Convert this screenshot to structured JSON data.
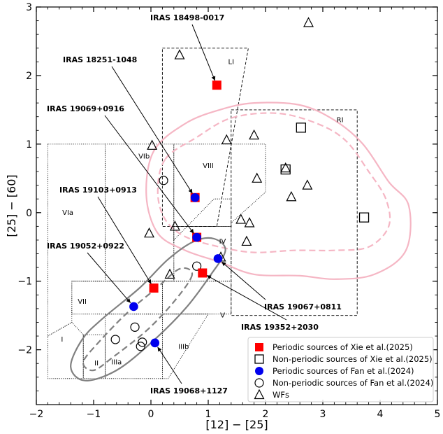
{
  "chart_data": {
    "type": "scatter",
    "xlabel": "[12] − [25]",
    "ylabel": "[25] − [60]",
    "xlim": [
      -2,
      5
    ],
    "ylim": [
      -2.8,
      3
    ],
    "x_ticks": [
      -2,
      -1,
      0,
      1,
      2,
      3,
      4,
      5
    ],
    "y_ticks": [
      -2,
      -1,
      0,
      1,
      2,
      3
    ],
    "x_tick_labels": [
      "−2",
      "−1",
      "0",
      "1",
      "2",
      "3",
      "4",
      "5"
    ],
    "y_tick_labels": [
      "−2",
      "−1",
      "0",
      "1",
      "2",
      "3"
    ],
    "grid": false,
    "legend_position": "bottom-right",
    "colors": {
      "red": "#ff0000",
      "blue": "#0000ee",
      "pink": "#f5b6c4",
      "gray": "#808080",
      "black": "#000000"
    },
    "series": [
      {
        "name": "Periodic sources of Xie et al.(2025)",
        "marker": "filled-square",
        "color": "#ff0000",
        "x": [
          1.15,
          0.77,
          0.8,
          0.9,
          0.05
        ],
        "y": [
          1.86,
          0.22,
          -0.36,
          -0.88,
          -1.1
        ]
      },
      {
        "name": "Non-periodic sources of Xie et al.(2025)",
        "marker": "open-square",
        "color": "#000000",
        "x": [
          2.62,
          2.35,
          3.72
        ],
        "y": [
          1.24,
          0.63,
          -0.07
        ]
      },
      {
        "name": "Periodic sources of Fan et al.(2024)",
        "marker": "filled-circle",
        "color": "#0000ee",
        "x": [
          0.77,
          0.8,
          1.17,
          -0.3,
          0.07
        ],
        "y": [
          0.22,
          -0.36,
          -0.67,
          -1.37,
          -1.9
        ]
      },
      {
        "name": "Non-periodic sources of Fan et al.(2024)",
        "marker": "open-circle",
        "color": "#000000",
        "x": [
          0.22,
          0.8,
          -0.28,
          -0.62,
          -0.15,
          -0.18
        ],
        "y": [
          0.47,
          -0.78,
          -1.67,
          -1.85,
          -1.89,
          -1.95
        ]
      },
      {
        "name": "WFs",
        "marker": "open-triangle",
        "color": "#000000",
        "x": [
          2.75,
          0.5,
          0.02,
          1.32,
          1.8,
          1.85,
          2.35,
          2.73,
          2.45,
          1.57,
          1.72,
          1.67,
          0.42,
          -0.03,
          0.33,
          1.22
        ],
        "y": [
          2.77,
          2.3,
          0.98,
          1.06,
          1.13,
          0.5,
          0.65,
          0.4,
          0.23,
          -0.1,
          -0.15,
          -0.42,
          -0.2,
          -0.3,
          -0.9,
          -0.65
        ]
      }
    ],
    "regions": [
      {
        "label": "LI",
        "x": 1.4,
        "y": 2.2
      },
      {
        "label": "RI",
        "x": 3.3,
        "y": 1.35
      },
      {
        "label": "VIb",
        "x": -0.12,
        "y": 0.82
      },
      {
        "label": "VIII",
        "x": 1.0,
        "y": 0.68
      },
      {
        "label": "VIa",
        "x": -1.45,
        "y": 0.0
      },
      {
        "label": "IV",
        "x": 1.25,
        "y": -0.42
      },
      {
        "label": "VII",
        "x": -1.2,
        "y": -1.3
      },
      {
        "label": "V",
        "x": 1.25,
        "y": -1.5
      },
      {
        "label": "I",
        "x": -1.55,
        "y": -1.85
      },
      {
        "label": "II",
        "x": -0.95,
        "y": -2.2
      },
      {
        "label": "IIIa",
        "x": -0.6,
        "y": -2.18
      },
      {
        "label": "IIIb",
        "x": 0.57,
        "y": -1.96
      }
    ],
    "annotations": [
      {
        "text": "IRAS 18498-0017",
        "point": [
          1.15,
          1.86
        ]
      },
      {
        "text": "IRAS 18251-1048",
        "point": [
          0.77,
          0.22
        ]
      },
      {
        "text": "IRAS 19069+0916",
        "point": [
          0.8,
          -0.36
        ]
      },
      {
        "text": "IRAS 19103+0913",
        "point": [
          0.05,
          -1.1
        ]
      },
      {
        "text": "IRAS 19052+0922",
        "point": [
          -0.3,
          -1.37
        ]
      },
      {
        "text": "IRAS 19067+0811",
        "point": [
          1.17,
          -0.67
        ]
      },
      {
        "text": "IRAS 19352+2030",
        "point": [
          0.9,
          -0.88
        ]
      },
      {
        "text": "IRAS 19068+1127",
        "point": [
          0.07,
          -1.9
        ]
      }
    ]
  }
}
